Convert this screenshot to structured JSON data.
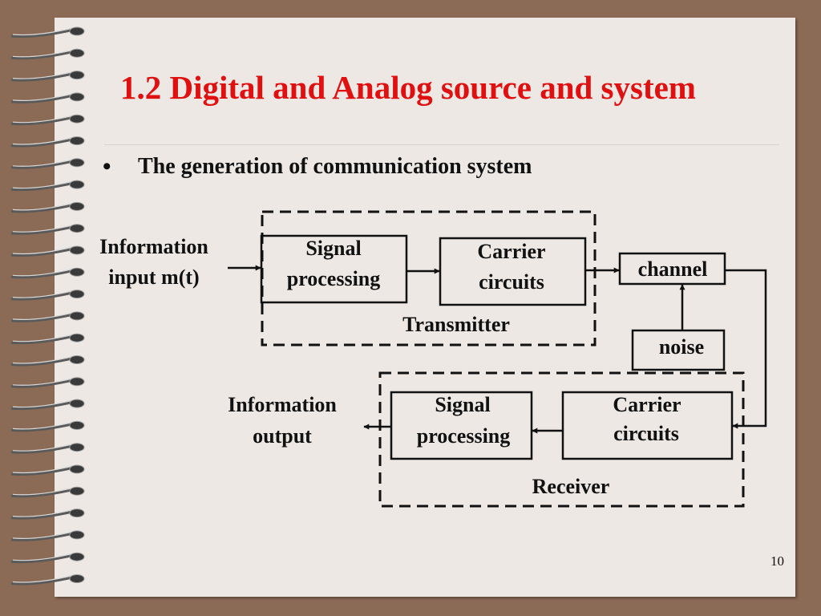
{
  "slide": {
    "title": "1.2 Digital and Analog source and system",
    "bullet": "The generation of communication system",
    "page_number": "10"
  },
  "diagram": {
    "input_label": [
      "Information",
      "input m(t)"
    ],
    "transmitter": {
      "label": "Transmitter",
      "signal_block": [
        "Signal",
        "processing"
      ],
      "carrier_block": [
        "Carrier",
        "circuits"
      ]
    },
    "channel": "channel",
    "noise": "noise",
    "receiver": {
      "label": "Receiver",
      "signal_block": [
        "Signal",
        "processing"
      ],
      "carrier_block": [
        "Carrier",
        "circuits"
      ]
    },
    "output_label": [
      "Information",
      "output"
    ]
  },
  "colors": {
    "title": "#e01010",
    "frame": "#8b6b55",
    "paper": "#ede8e4"
  }
}
